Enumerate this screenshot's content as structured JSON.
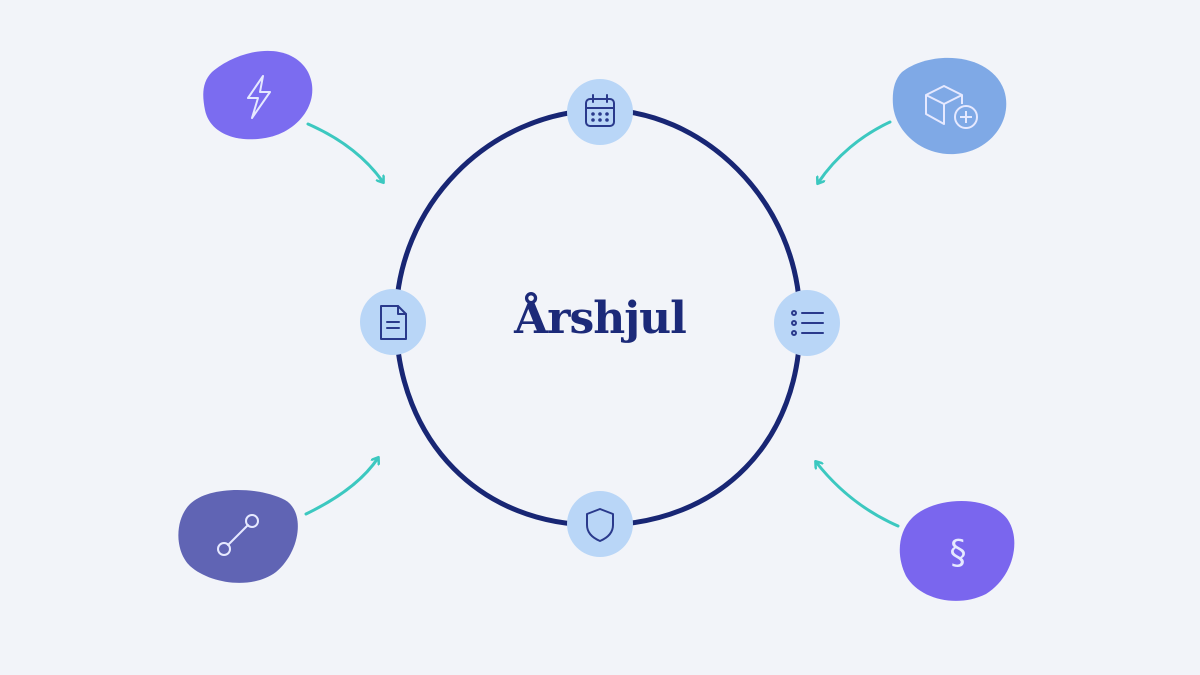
{
  "title": "Årshjul",
  "colors": {
    "background": "#f2f4f9",
    "ring": "#182674",
    "node_fill": "#b9d6f7",
    "node_icon": "#2a3a8c",
    "arrow": "#3cc8c0",
    "blob_lightning": "#7b6cf0",
    "blob_cube": "#7fa9e6",
    "blob_link": "#6064b4",
    "blob_section": "#7a66ee",
    "blob_icon": "#e6e9ff"
  },
  "ring_nodes": [
    {
      "name": "calendar-icon"
    },
    {
      "name": "list-icon"
    },
    {
      "name": "shield-icon"
    },
    {
      "name": "document-icon"
    }
  ],
  "satellites": [
    {
      "name": "lightning-icon",
      "color": "blob_lightning"
    },
    {
      "name": "cube-add-icon",
      "color": "blob_cube"
    },
    {
      "name": "link-icon",
      "color": "blob_link"
    },
    {
      "name": "section-icon",
      "color": "blob_section",
      "glyph": "§"
    }
  ]
}
